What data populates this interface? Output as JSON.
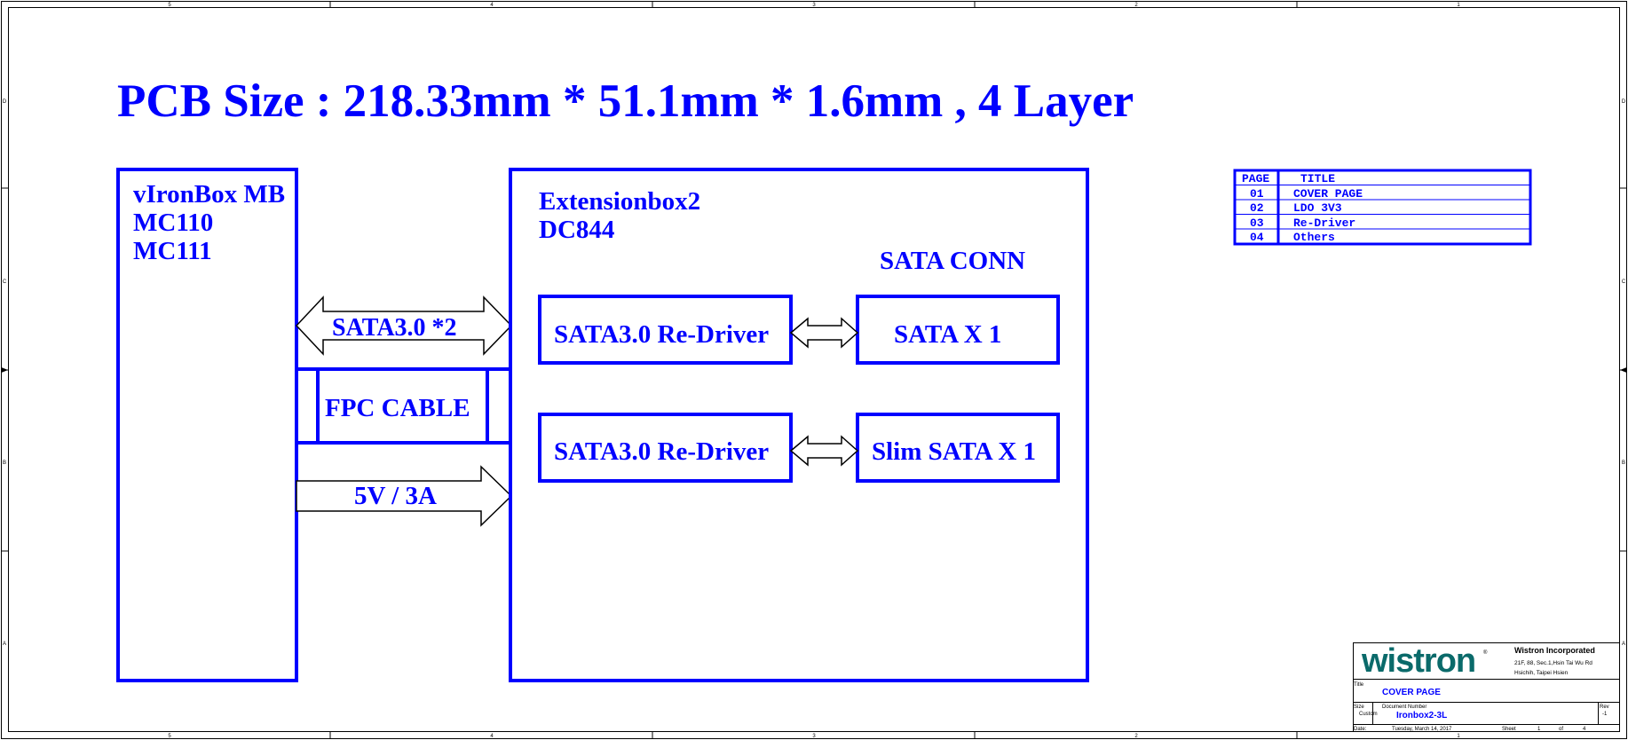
{
  "colors": {
    "accent": "#0000ff",
    "border": "#000000",
    "logo": "#0a6a6a",
    "background": "#ffffff"
  },
  "frame": {
    "top_zones": [
      "5",
      "4",
      "3",
      "2",
      "1"
    ],
    "bottom_zones": [
      "5",
      "4",
      "3",
      "2",
      "1"
    ],
    "left_zones": [
      "D",
      "C",
      "B",
      "A"
    ],
    "right_zones": [
      "D",
      "C",
      "B",
      "A"
    ]
  },
  "heading": "PCB Size : 218.33mm * 51.1mm * 1.6mm , 4 Layer",
  "mb_block": {
    "lines": [
      "vIronBox MB",
      "MC110",
      "MC111"
    ]
  },
  "links": {
    "sata_label": "SATA3.0 *2",
    "fpc_label": "FPC CABLE",
    "power_label": "5V / 3A"
  },
  "ext_block": {
    "lines": [
      "Extensionbox2",
      "DC844"
    ],
    "sata_conn_label": "SATA CONN",
    "redriver_1": "SATA3.0 Re-Driver",
    "redriver_2": "SATA3.0 Re-Driver",
    "conn_1": "SATA X 1",
    "conn_2": "Slim SATA X 1"
  },
  "index_table": {
    "headers": [
      "PAGE",
      "TITLE"
    ],
    "rows": [
      [
        "01",
        "COVER PAGE"
      ],
      [
        "02",
        "LDO 3V3"
      ],
      [
        "03",
        "Re-Driver"
      ],
      [
        "04",
        "Others"
      ]
    ]
  },
  "title_block": {
    "logo": "wistron",
    "company": "Wistron Incorporated",
    "address_1": "21F, 88, Sec.1,Hsin Tai Wu Rd",
    "address_2": "Hsichih, Taipei Hsien",
    "title_caption": "Title",
    "title": "COVER PAGE",
    "size_caption": "Size",
    "size": "Custom",
    "docnum_caption": "Document Number",
    "docnum": "Ironbox2-3L",
    "rev_caption": "Rev",
    "rev": "-1",
    "date_caption": "Date:",
    "date": "Tuesday, March 14, 2017",
    "sheet_caption": "Sheet",
    "sheet": "1",
    "of_caption": "of",
    "total": "4"
  }
}
